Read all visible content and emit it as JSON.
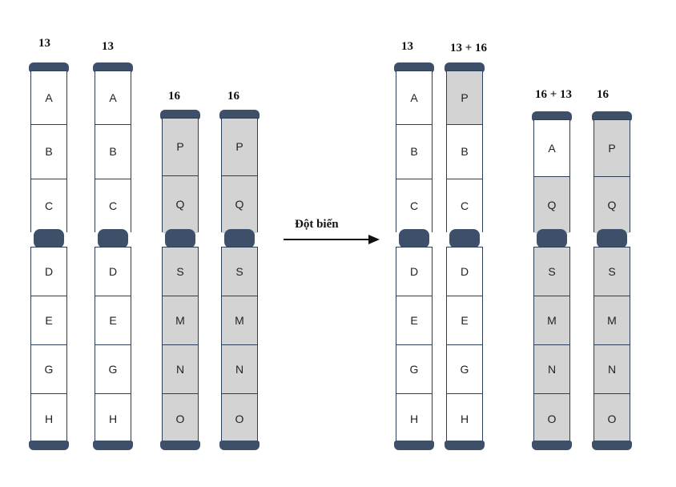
{
  "arrow_label": "Đột biến",
  "chromosomes": [
    {
      "label": "13",
      "upper": [
        "A",
        "B",
        "C"
      ],
      "lower": [
        "D",
        "E",
        "G",
        "H"
      ],
      "colors": [
        "w",
        "w",
        "w",
        "w",
        "w",
        "w",
        "w"
      ]
    },
    {
      "label": "13",
      "upper": [
        "A",
        "B",
        "C"
      ],
      "lower": [
        "D",
        "E",
        "G",
        "H"
      ],
      "colors": [
        "w",
        "w",
        "w",
        "w",
        "w",
        "w",
        "w"
      ]
    },
    {
      "label": "16",
      "upper": [
        "P",
        "Q"
      ],
      "lower": [
        "S",
        "M",
        "N",
        "O"
      ],
      "colors": [
        "g",
        "g",
        "g",
        "g",
        "g",
        "g"
      ]
    },
    {
      "label": "16",
      "upper": [
        "P",
        "Q"
      ],
      "lower": [
        "S",
        "M",
        "N",
        "O"
      ],
      "colors": [
        "g",
        "g",
        "g",
        "g",
        "g",
        "g"
      ]
    },
    {
      "label": "13",
      "upper": [
        "A",
        "B",
        "C"
      ],
      "lower": [
        "D",
        "E",
        "G",
        "H"
      ],
      "colors": [
        "w",
        "w",
        "w",
        "w",
        "w",
        "w",
        "w"
      ]
    },
    {
      "label": "13 + 16",
      "upper": [
        "P",
        "B",
        "C"
      ],
      "lower": [
        "D",
        "E",
        "G",
        "H"
      ],
      "colors": [
        "g",
        "w",
        "w",
        "w",
        "w",
        "w",
        "w"
      ]
    },
    {
      "label": "16 + 13",
      "upper": [
        "A",
        "Q"
      ],
      "lower": [
        "S",
        "M",
        "N",
        "O"
      ],
      "colors": [
        "w",
        "g",
        "g",
        "g",
        "g",
        "g"
      ]
    },
    {
      "label": "16",
      "upper": [
        "P",
        "Q"
      ],
      "lower": [
        "S",
        "M",
        "N",
        "O"
      ],
      "colors": [
        "g",
        "g",
        "g",
        "g",
        "g",
        "g"
      ]
    }
  ]
}
